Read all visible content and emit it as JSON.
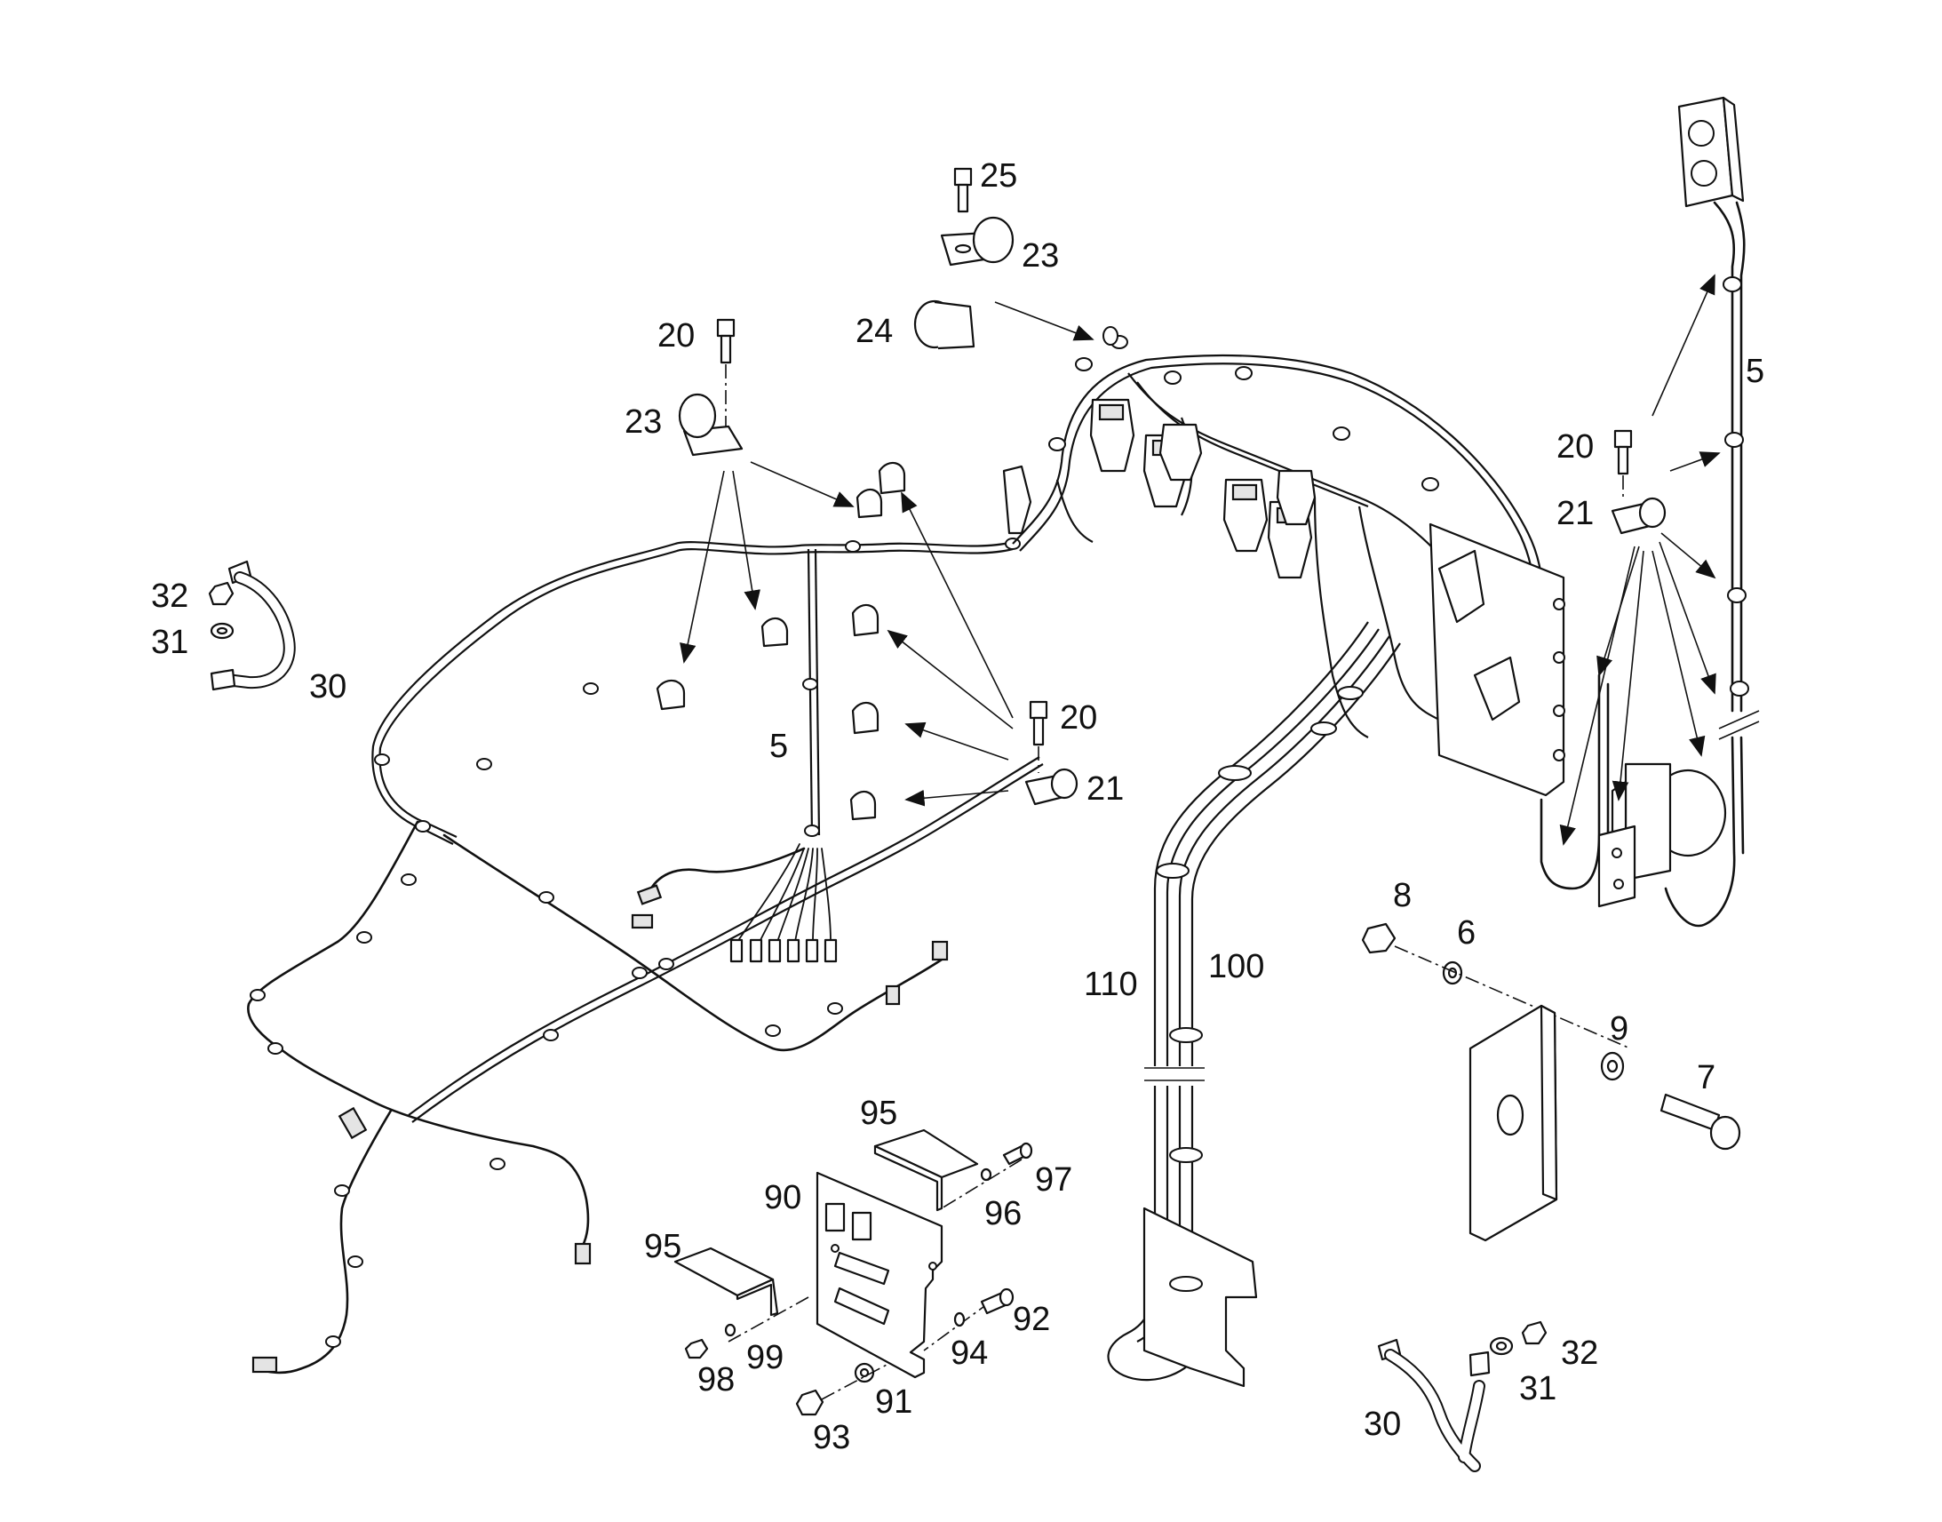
{
  "callouts": {
    "c25": "25",
    "c23_top": "23",
    "c24": "24",
    "c20_left": "20",
    "c23_left": "23",
    "c32_left": "32",
    "c31_left": "31",
    "c30_left": "30",
    "c20_mid": "20",
    "c21_mid": "21",
    "c5_mid": "5",
    "c5_right": "5",
    "c20_right": "20",
    "c21_right": "21",
    "c8": "8",
    "c6": "6",
    "c9": "9",
    "c7": "7",
    "c110": "110",
    "c100": "100",
    "c95_top": "95",
    "c97": "97",
    "c90": "90",
    "c96": "96",
    "c95_left": "95",
    "c92": "92",
    "c99": "99",
    "c98": "98",
    "c94": "94",
    "c91": "91",
    "c93": "93",
    "c30_right": "30",
    "c32_right": "32",
    "c31_right": "31"
  }
}
